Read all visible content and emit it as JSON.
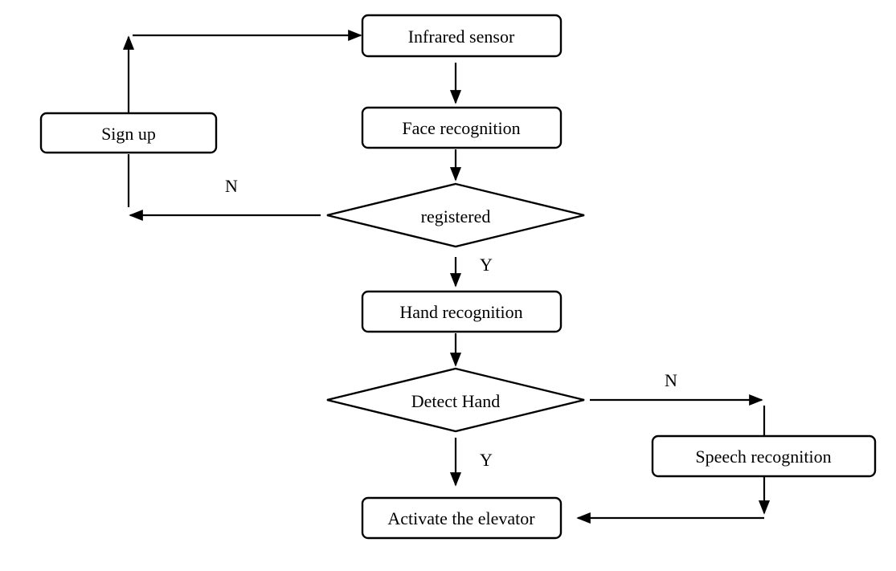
{
  "diagram": {
    "nodes": {
      "infrared": "Infrared sensor",
      "face": "Face recognition",
      "registered": "registered",
      "signup": "Sign up",
      "hand": "Hand recognition",
      "detect": "Detect Hand",
      "speech": "Speech recognition",
      "activate": "Activate the elevator"
    },
    "edge_labels": {
      "registered_no": "N",
      "registered_yes": "Y",
      "detect_no": "N",
      "detect_yes": "Y"
    }
  }
}
